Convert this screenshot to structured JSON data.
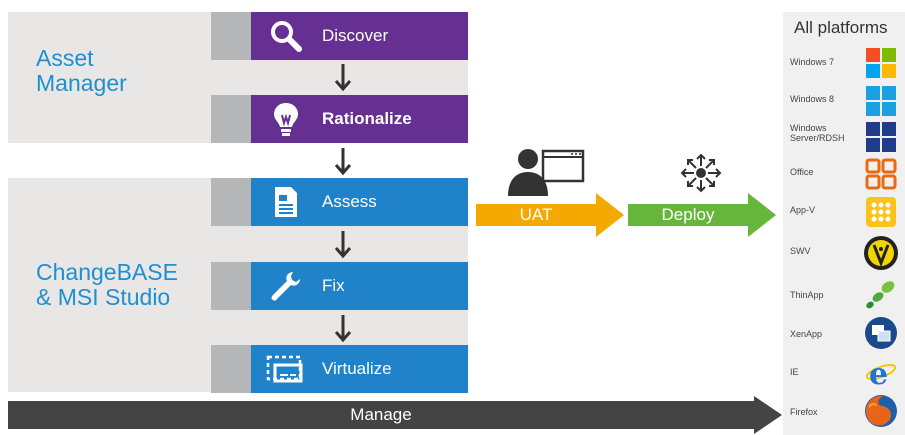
{
  "asset_manager": {
    "title": "Asset\nManager"
  },
  "changebase": {
    "title": "ChangeBASE\n& MSI Studio"
  },
  "steps": {
    "discover": "Discover",
    "rationalize": "Rationalize",
    "assess": "Assess",
    "fix": "Fix",
    "virtualize": "Virtualize"
  },
  "flow": {
    "uat": "UAT",
    "deploy": "Deploy",
    "manage": "Manage"
  },
  "platforms": {
    "title": "All platforms",
    "items": [
      {
        "label": "Windows 7",
        "icon": "windows-7-icon"
      },
      {
        "label": "Windows 8",
        "icon": "windows-8-icon"
      },
      {
        "label": "Windows\nServer/RDSH",
        "icon": "windows-server-icon"
      },
      {
        "label": "Office",
        "icon": "office-icon"
      },
      {
        "label": "App-V",
        "icon": "app-v-icon"
      },
      {
        "label": "SWV",
        "icon": "swv-icon"
      },
      {
        "label": "ThinApp",
        "icon": "thinapp-icon"
      },
      {
        "label": "XenApp",
        "icon": "xenapp-icon"
      },
      {
        "label": "IE",
        "icon": "ie-icon"
      },
      {
        "label": "Firefox",
        "icon": "firefox-icon"
      }
    ]
  },
  "colors": {
    "purple": "#663092",
    "blue": "#2083c9",
    "uat": "#f5a800",
    "deploy": "#66b63c",
    "manage": "#444444",
    "panel": "#e9e7e6"
  }
}
